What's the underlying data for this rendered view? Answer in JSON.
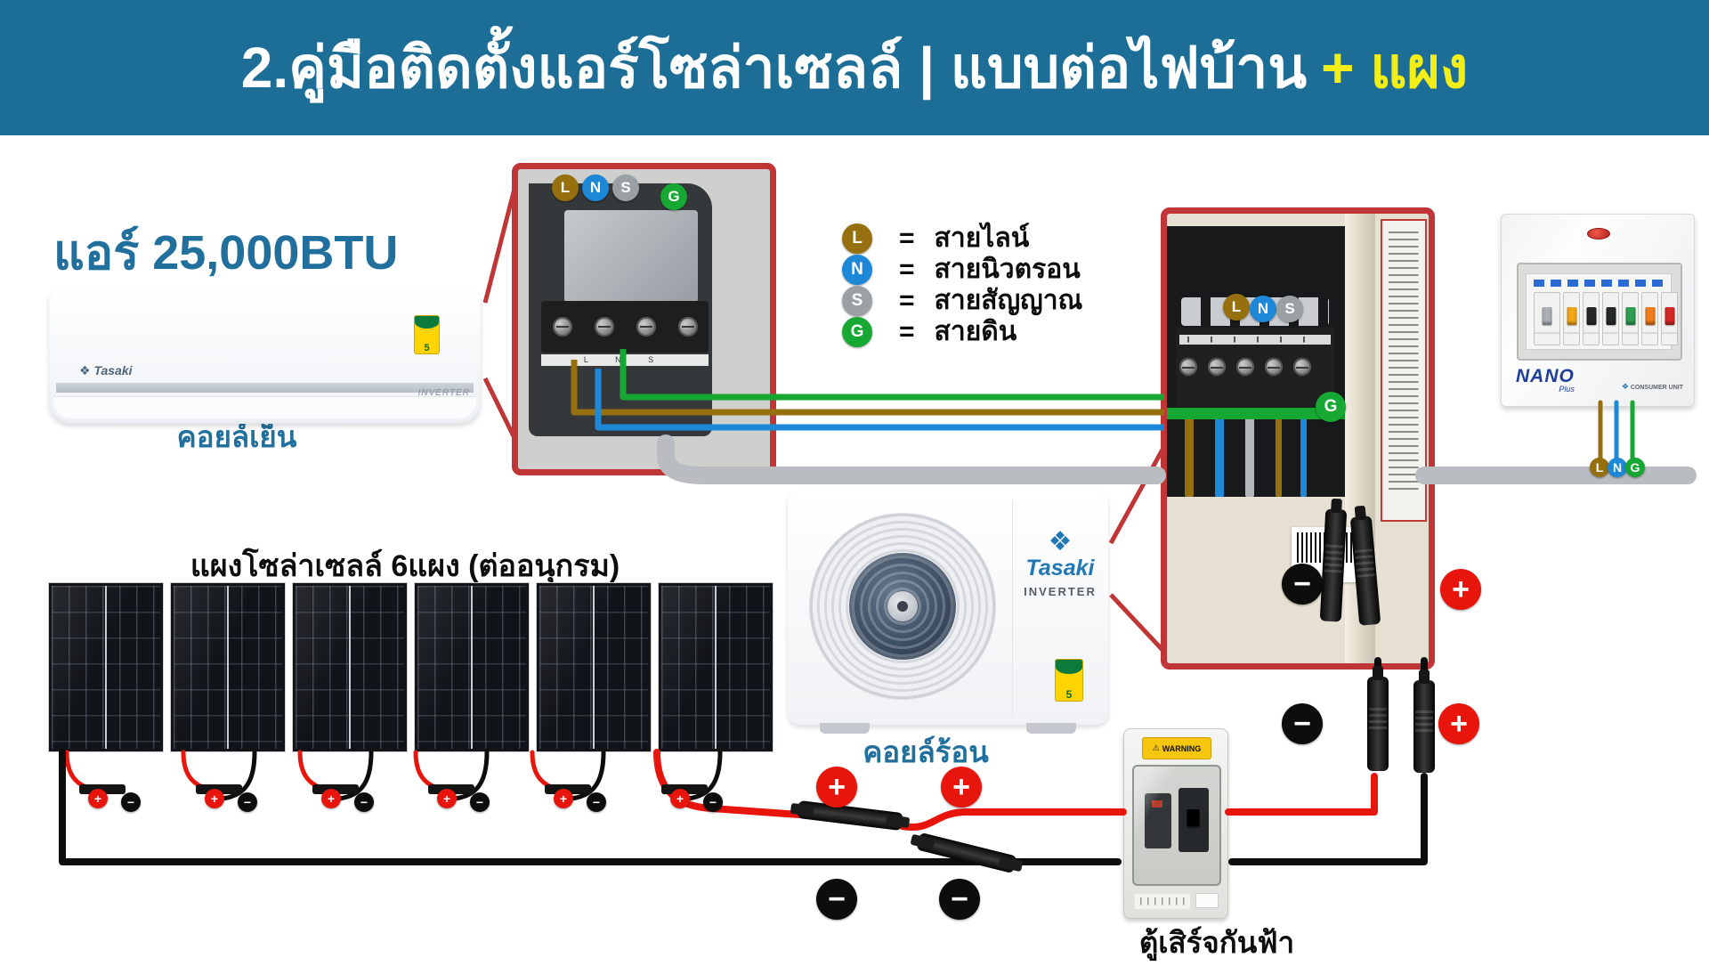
{
  "header": {
    "title": "2.คู่มือติดตั้งแอร์โซล่าเซลล์ | แบบต่อไฟบ้าน",
    "title_accent": "+ แผง"
  },
  "colors": {
    "header_bg": "#1d6e96",
    "accent_yellow": "#f3ee17",
    "label_blue": "#216f9c",
    "photo_border": "#c03535",
    "wire_line": "#96700f",
    "wire_neutral": "#1e88d8",
    "wire_signal": "#a9adb2",
    "wire_ground": "#17a833",
    "wire_dc_plus": "#e8150d",
    "wire_dc_minus": "#0d0d0d",
    "cable_gray": "#b9bcc0"
  },
  "icons": {
    "brand_star": "❖",
    "warning_triangle": "⚠"
  },
  "indoor": {
    "capacity_title": "แอร์ 25,000BTU",
    "brand": "Tasaki",
    "badge": "INVERTER",
    "label": "คอยล์เย็น",
    "energy_no": "5"
  },
  "legend": {
    "equals": "=",
    "items": [
      {
        "key": "L",
        "label": "สายไลน์",
        "color": "#96700f"
      },
      {
        "key": "N",
        "label": "สายนิวตรอน",
        "color": "#1e88d8"
      },
      {
        "key": "S",
        "label": "สายสัญญาณ",
        "color": "#9aa0a3"
      },
      {
        "key": "G",
        "label": "สายดิน",
        "color": "#17a833"
      }
    ]
  },
  "solar": {
    "label": "แผงโซล่าเซลล์ 6แผง (ต่ออนุกรม)",
    "panel_count": "6"
  },
  "outdoor": {
    "brand": "Tasaki",
    "badge": "INVERTER",
    "label": "คอยล์ร้อน",
    "energy_no": "5"
  },
  "surge": {
    "warning": "WARNING",
    "label": "ตู้เสิร์จกันฟ้า"
  },
  "consumer": {
    "brand": "NANO",
    "brand_sub": "Plus",
    "type": "CONSUMER UNIT",
    "breaker_colors": [
      "#aab0b6",
      "#f2a71b",
      "#26282a",
      "#26282a",
      "#2f9e53",
      "#ef7d1a",
      "#d42a28"
    ]
  },
  "terminals": {
    "indoor_strip": "L N S",
    "plus": "+",
    "minus": "−"
  }
}
